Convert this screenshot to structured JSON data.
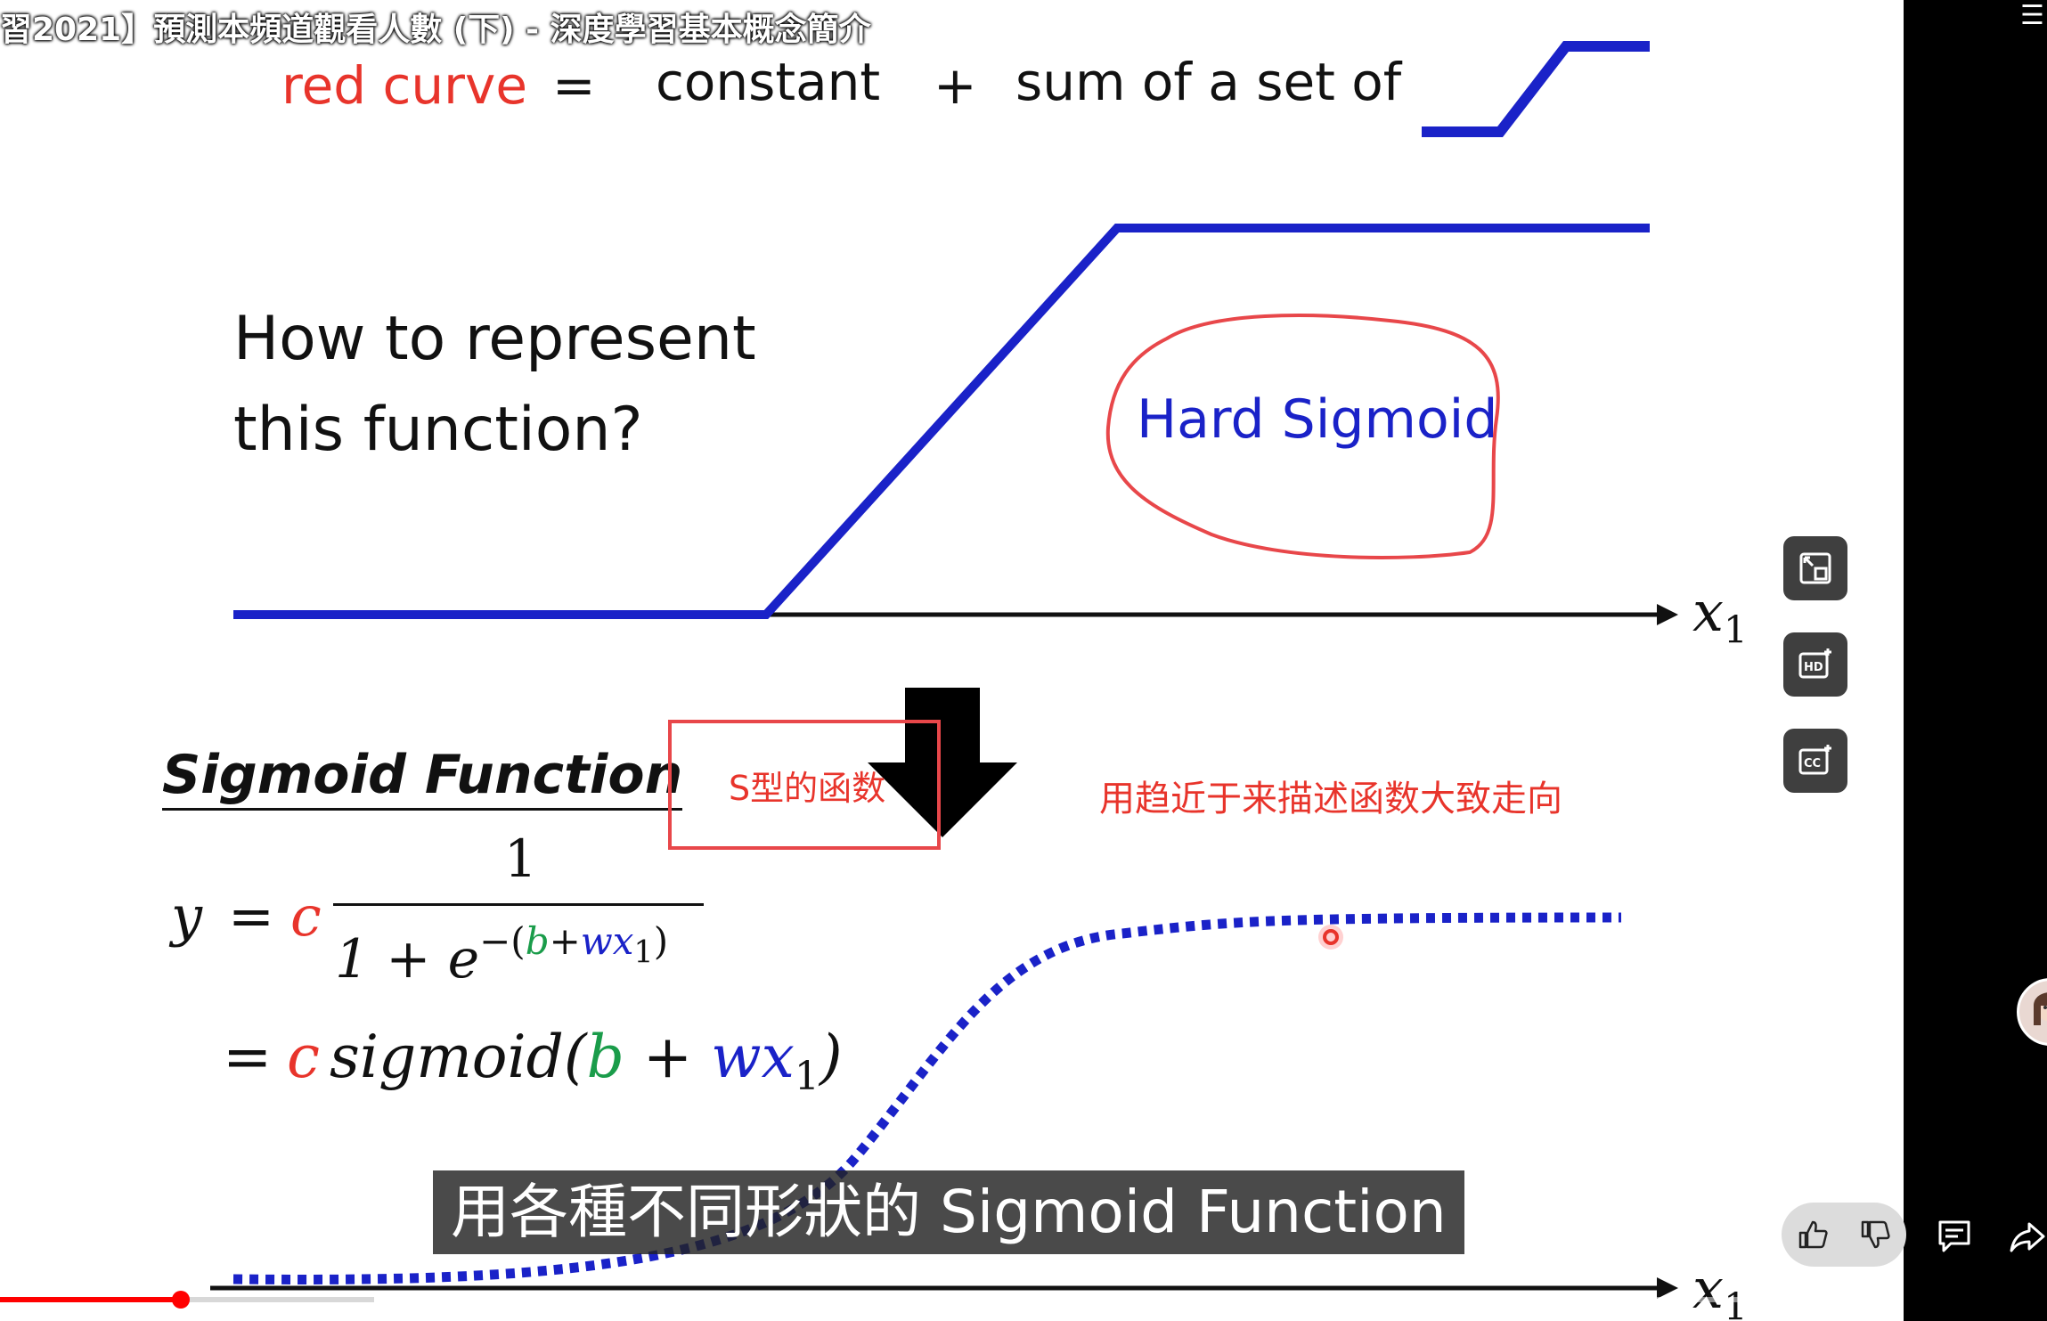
{
  "video": {
    "title": "習2021】預測本頻道觀看人數 (下) - 深度學習基本概念簡介",
    "caption": "用各種不同形狀的 Sigmoid Function",
    "progress_fraction": 0.095
  },
  "slide": {
    "equation": {
      "lhs": "red curve",
      "op1": "=",
      "constant": "constant",
      "op2": "+",
      "tail": "sum of a set of"
    },
    "question": "How to represent\nthis function?",
    "hard_sigmoid_label": "Hard Sigmoid",
    "axis_label": "x",
    "axis_subscript": "1",
    "sigmoid_heading": "Sigmoid Function",
    "annotations": {
      "s_shape": "S型的函数",
      "trend": "用趋近于来描述函数大致走向"
    },
    "formula": {
      "y": "y",
      "eq": "=",
      "c": "c",
      "numerator": "1",
      "den_base": "1 + e",
      "exp_open": "−(",
      "exp_b": "b",
      "exp_plus": "+",
      "exp_w": "wx",
      "exp_sub": "1",
      "exp_close": ")",
      "line2_sigmoid": "sigmoid(",
      "line2_b": "b",
      "line2_plus": " + ",
      "line2_w": "wx",
      "line2_sub": "1",
      "line2_close": ")"
    }
  },
  "side_buttons": [
    "pip-icon",
    "hd-icon",
    "cc-icon"
  ],
  "bottom_icons": [
    "thumbs-up-icon",
    "thumbs-down-icon",
    "comment-icon",
    "share-icon"
  ],
  "colors": {
    "red": "#e8342b",
    "blue": "#1a22c8",
    "green": "#1a9c4a",
    "progress": "#ff0000"
  }
}
